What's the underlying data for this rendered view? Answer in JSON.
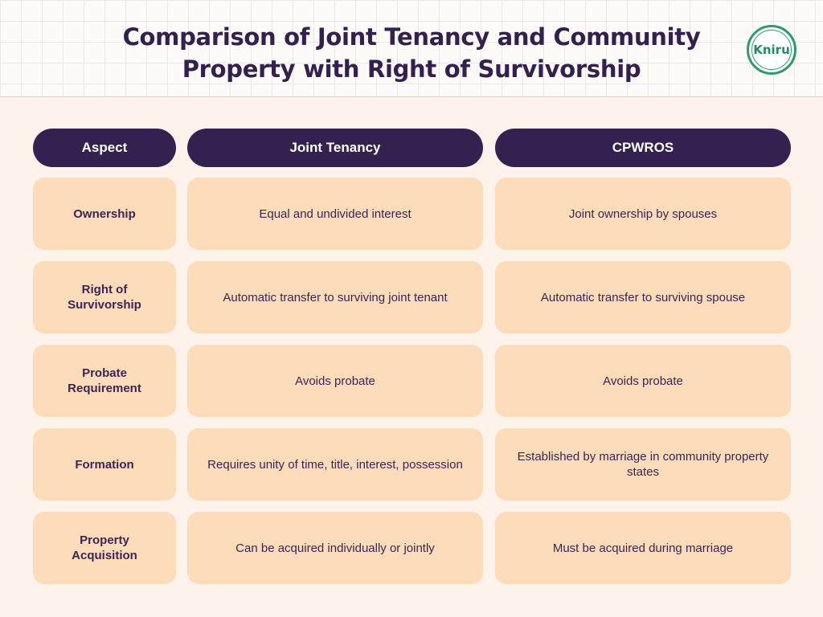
{
  "header": {
    "title": "Comparison of Joint Tenancy and Community Property with Right of Survivorship",
    "logo_text": "Kniru"
  },
  "table": {
    "columns": [
      "Aspect",
      "Joint Tenancy",
      "CPWROS"
    ],
    "rows": [
      {
        "aspect": "Ownership",
        "joint_tenancy": "Equal and undivided interest",
        "cpwros": "Joint ownership by spouses"
      },
      {
        "aspect": "Right of Survivorship",
        "joint_tenancy": "Automatic transfer to surviving joint tenant",
        "cpwros": "Automatic transfer to surviving spouse"
      },
      {
        "aspect": "Probate Requirement",
        "joint_tenancy": "Avoids probate",
        "cpwros": "Avoids probate"
      },
      {
        "aspect": "Formation",
        "joint_tenancy": "Requires unity of time, title, interest, possession",
        "cpwros": "Established by marriage in community property states"
      },
      {
        "aspect": "Property Acquisition",
        "joint_tenancy": "Can be acquired individually or jointly",
        "cpwros": "Must be acquired during marriage"
      }
    ]
  },
  "colors": {
    "header_fill": "#33214f",
    "cell_fill": "#fcdcb9",
    "page_background": "#fdf3ea",
    "logo_green": "#2a9d6a"
  }
}
